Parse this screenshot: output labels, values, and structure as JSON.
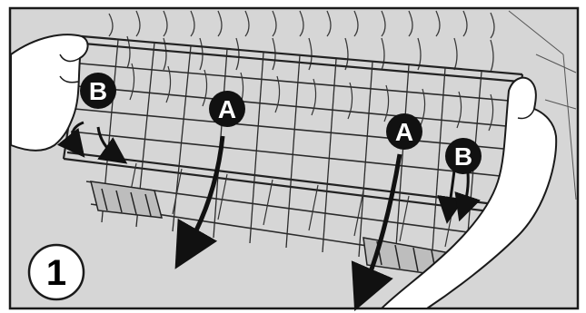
{
  "figure": {
    "step_number": "1",
    "callouts": {
      "a_left": "A",
      "a_right": "A",
      "b_left": "B",
      "b_right": "B"
    },
    "colors": {
      "background": "#d6d6d6",
      "border": "#1a1a1a",
      "line": "#2b2b2b",
      "callout_fill": "#111111",
      "hand_fill": "#ffffff",
      "step_badge_fill": "#ffffff"
    }
  }
}
